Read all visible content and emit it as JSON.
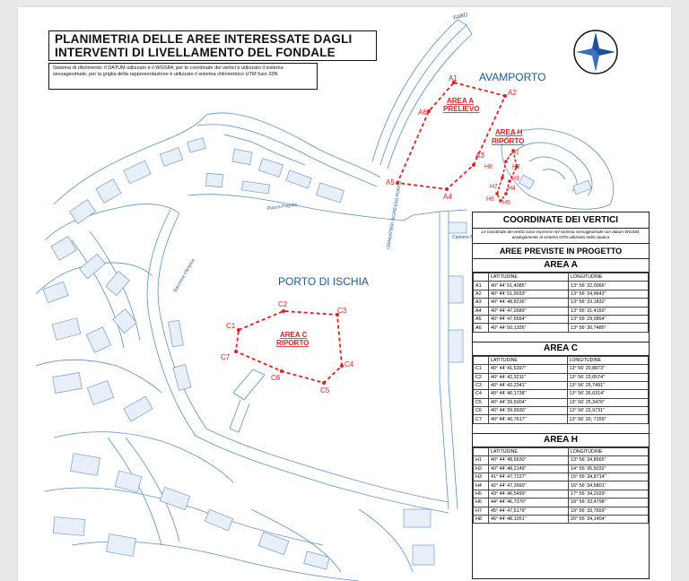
{
  "title": {
    "line1": "PLANIMETRIA DELLE AREE INTERESSATE DAGLI",
    "line2": "INTERVENTI DI LIVELLAMENTO DEL FONDALE"
  },
  "reference_note": "Sistema di riferimento: il DATUM utilizzato è il WGS84; per le coordinate dei vertici è utilizzato il sistema sessagesimale, per la griglia della rappresentazione è utilizzato il sistema chilometrico UTM fuso 33N",
  "map_labels": {
    "faro": "FARO",
    "avamporto": "AVAMPORTO",
    "porto": "PORTO DI ISCHIA",
    "piazza": "Piazza Pagoda",
    "banchina": "Banchina Olimpica",
    "granatieri": "GRANATIERI INGRESSO PORTO",
    "cantiere": "Cantiere Nave"
  },
  "areas": {
    "a_line1": "AREA A",
    "a_line2": "PRELIEVO",
    "h_line1": "AREA H",
    "h_line2": "RIPORTO",
    "c_line1": "AREA C",
    "c_line2": "RIPORTO"
  },
  "vertex_labels": {
    "A1": "A1",
    "A2": "A2",
    "A3": "A3",
    "A4": "A4",
    "A5": "A5",
    "A6": "A6",
    "C1": "C1",
    "C2": "C2",
    "C3": "C3",
    "C4": "C4",
    "C5": "C5",
    "C6": "C6",
    "C7": "C7",
    "H1": "H1",
    "H2": "H2",
    "H3": "H3",
    "H4": "H4",
    "H5": "H5",
    "H6": "H6",
    "H7": "H7",
    "H8": "H8"
  },
  "coords_panel": {
    "title": "COORDINATE DEI VERTICI",
    "note": "Le coordinate dei vertici sono espresse nel sistema sessagesimale con datum WGS84, analogamente al sistema GPS utilizzato nella nautica",
    "subtitle": "AREE PREVISTE IN PROGETTO",
    "col_lat": "LATITUDINE",
    "col_lon": "LONGITUDINE",
    "area_a": {
      "name": "AREA A",
      "rows": [
        {
          "id": "A1",
          "lat": "40° 44' 51,4085\"",
          "lon": "13° 56' 32,0066\""
        },
        {
          "id": "A2",
          "lat": "40° 44' 51,0033\"",
          "lon": "13° 56' 34,9643\""
        },
        {
          "id": "A3",
          "lat": "40° 44' 48,8236\"",
          "lon": "13° 56' 33,1832\""
        },
        {
          "id": "A4",
          "lat": "40° 44' 47,2689\"",
          "lon": "13° 56' 31,4150\""
        },
        {
          "id": "A5",
          "lat": "40° 44' 47,6554\"",
          "lon": "13° 56' 29,0854\""
        },
        {
          "id": "A6",
          "lat": "40° 44' 50,1326\"",
          "lon": "13° 56' 30,7485\""
        }
      ]
    },
    "area_c": {
      "name": "AREA C",
      "rows": [
        {
          "id": "C1",
          "lat": "40° 44' 41,5397\"",
          "lon": "13° 56' 20,8873\""
        },
        {
          "id": "C2",
          "lat": "40° 44' 42,3211\"",
          "lon": "13° 56' 23,0574\""
        },
        {
          "id": "C3",
          "lat": "40° 44' 42,2341\"",
          "lon": "13° 56' 25,7491\""
        },
        {
          "id": "C4",
          "lat": "40° 44' 40,1738\"",
          "lon": "13° 56' 26,0314\""
        },
        {
          "id": "C5",
          "lat": "40° 44' 39,5004\"",
          "lon": "13° 56' 25,3476\""
        },
        {
          "id": "C6",
          "lat": "40° 44' 39,9930\"",
          "lon": "13° 56' 22,9731\""
        },
        {
          "id": "C7",
          "lat": "40° 44' 40,7617\"",
          "lon": "13° 56' 20, 7159\""
        }
      ]
    },
    "area_h": {
      "name": "AREA H",
      "rows": [
        {
          "id": "H1",
          "lat": "40° 44' 48,6630\"",
          "lon": "13° 56' 34,8565\""
        },
        {
          "id": "H2",
          "lat": "40° 44' 48,2149\"",
          "lon": "14° 56' 35,5032\""
        },
        {
          "id": "H3",
          "lat": "41° 44' 47,7227\"",
          "lon": "15° 56' 34,8714\""
        },
        {
          "id": "H4",
          "lat": "42° 44' 47,2660\"",
          "lon": "16° 56' 34,5801\""
        },
        {
          "id": "H5",
          "lat": "43° 44' 46,5499\"",
          "lon": "17° 56' 34,2929\""
        },
        {
          "id": "H6",
          "lat": "44° 44' 46,7370\"",
          "lon": "18° 56' 33,4798\""
        },
        {
          "id": "H7",
          "lat": "45° 44' 47,5179\"",
          "lon": "19° 56' 33,7659\""
        },
        {
          "id": "H8",
          "lat": "46° 44' 48,1051\"",
          "lon": "20° 56' 34,1404\""
        }
      ]
    }
  },
  "colors": {
    "map_line": "#5b8fc7",
    "area_red": "#e02020",
    "text_dark": "#111111",
    "label_blue": "#1a5aa0"
  }
}
